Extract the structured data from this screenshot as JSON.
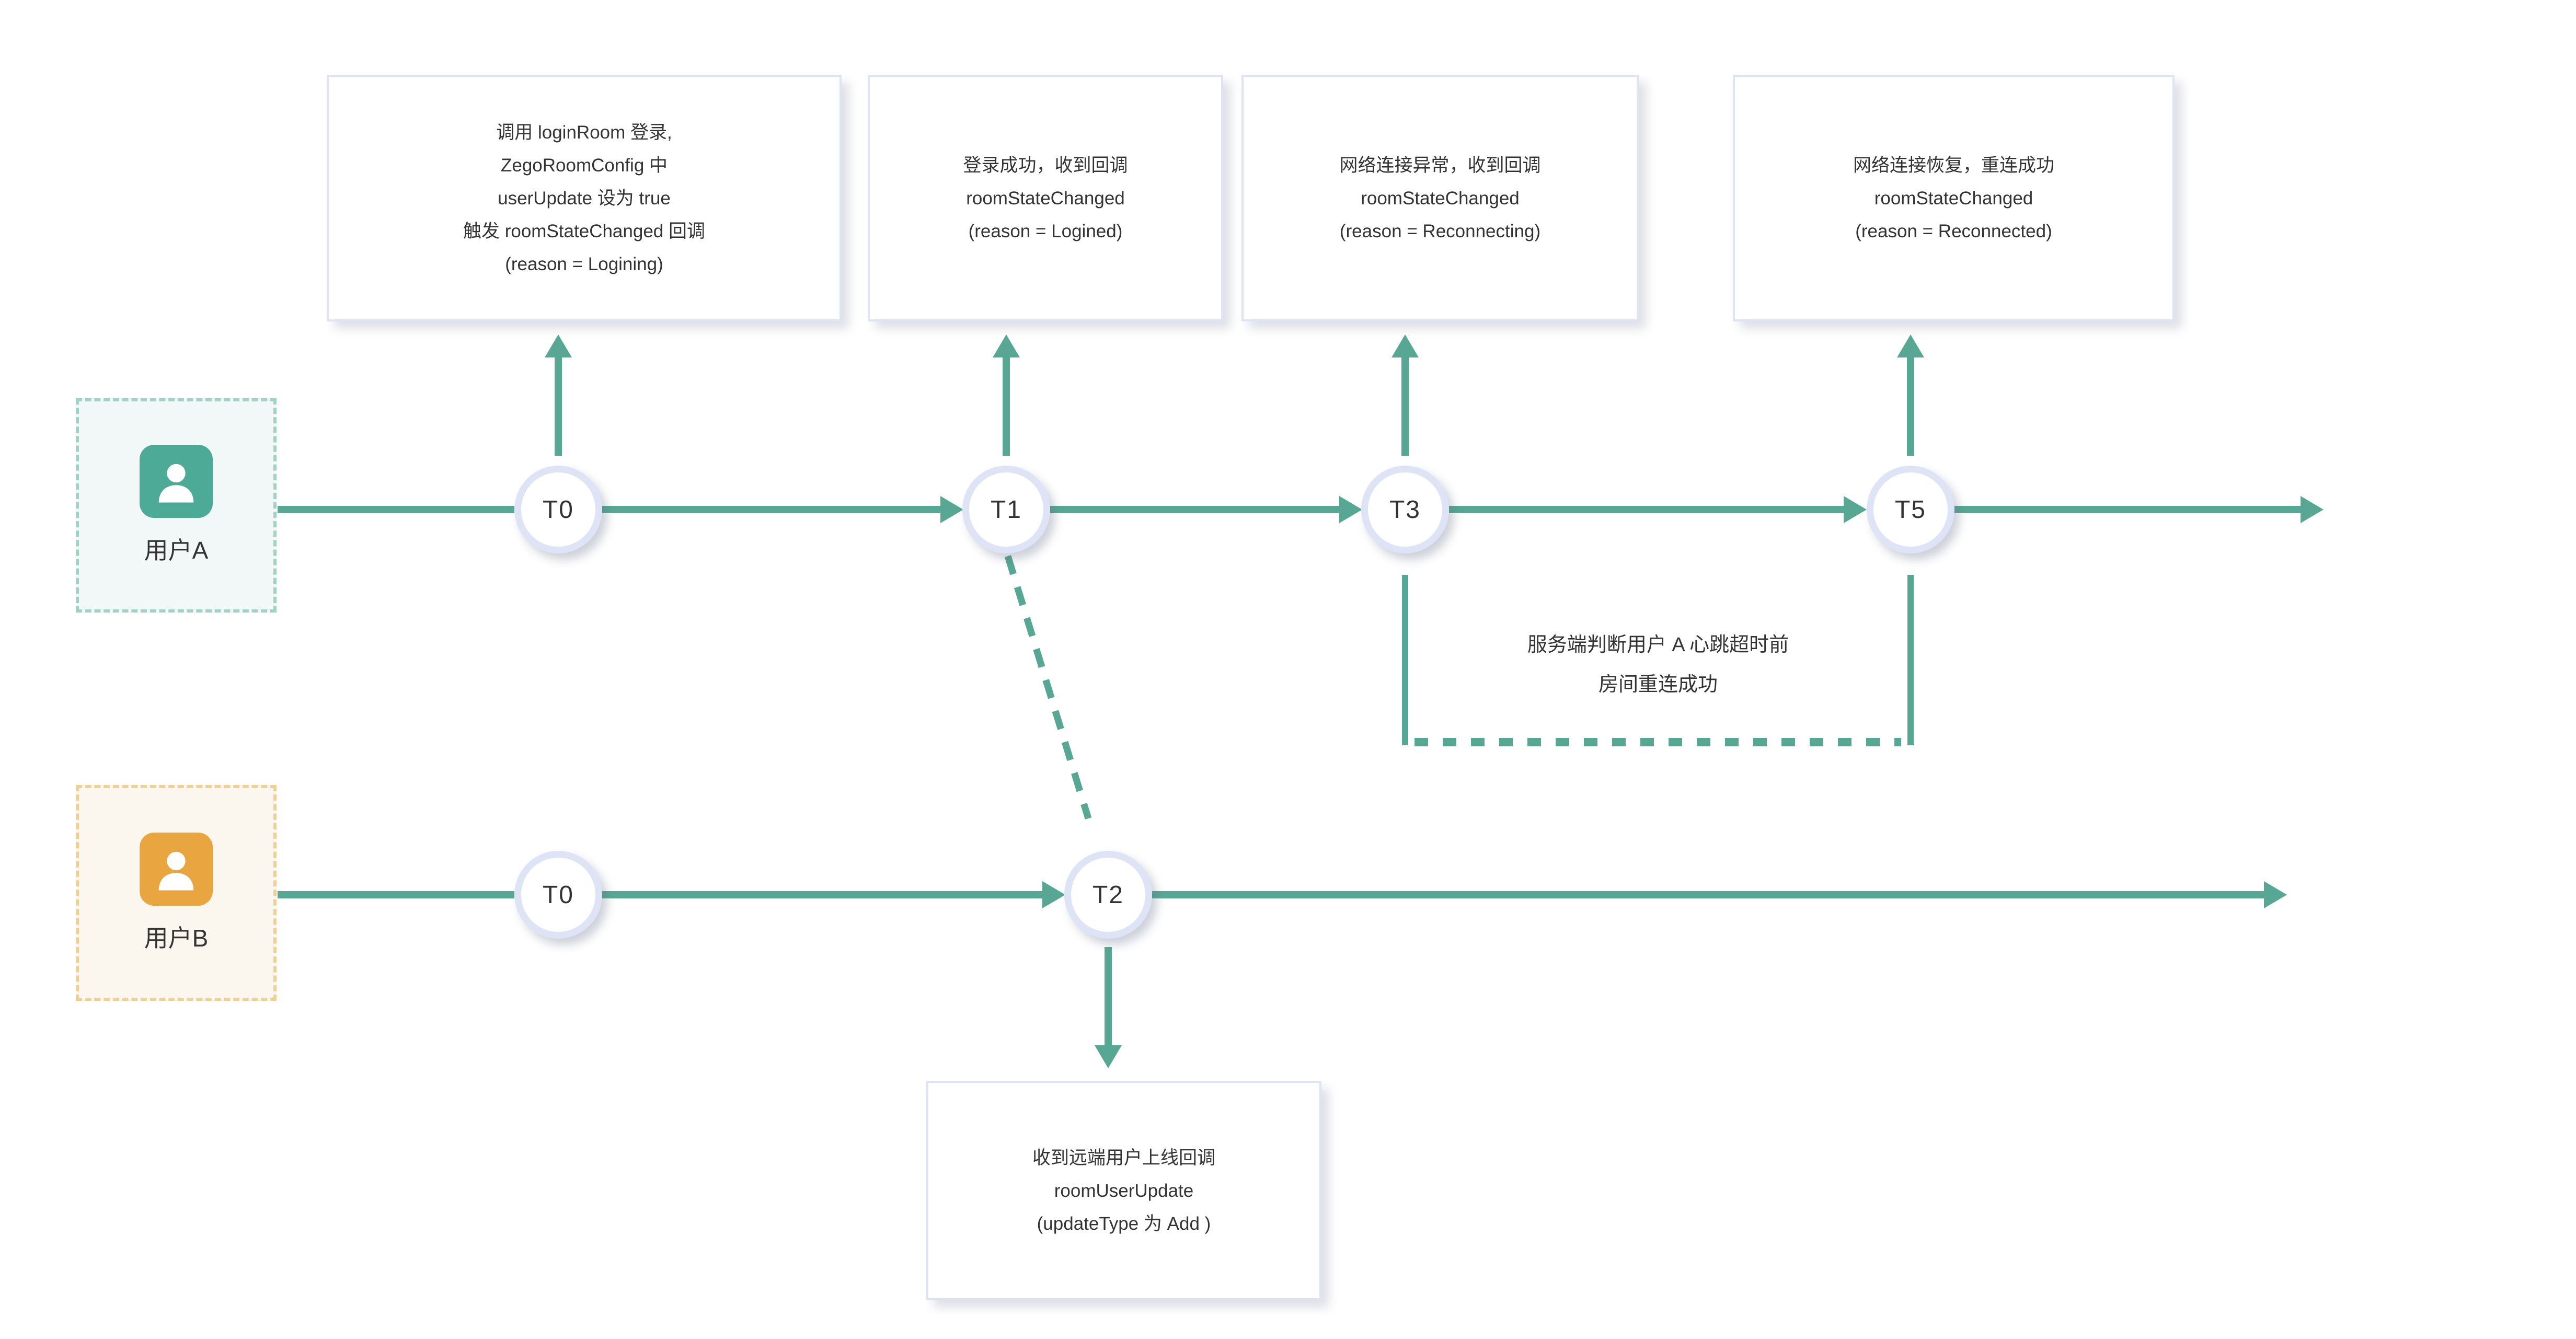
{
  "diagram": {
    "users": {
      "a": {
        "label": "用户A"
      },
      "b": {
        "label": "用户B"
      }
    },
    "nodes": {
      "a_t0": "T0",
      "a_t1": "T1",
      "a_t3": "T3",
      "a_t5": "T5",
      "b_t0": "T0",
      "b_t2": "T2"
    },
    "callouts": {
      "login_start": "调用 loginRoom 登录,\nZegoRoomConfig 中\nuserUpdate 设为 true\n触发 roomStateChanged 回调\n(reason = Logining)",
      "login_success": "登录成功，收到回调\nroomStateChanged\n(reason = Logined)",
      "reconnecting": "网络连接异常，收到回调\nroomStateChanged\n(reason = Reconnecting)",
      "reconnected": "网络连接恢复，重连成功\nroomStateChanged\n(reason = Reconnected)",
      "remote_user_online": "收到远端用户上线回调\nroomUserUpdate\n(updateType 为 Add )"
    },
    "annotation": "服务端判断用户 A 心跳超时前\n房间重连成功",
    "colors": {
      "line": "#58a794",
      "user_a_icon": "#4caa97",
      "user_a_border": "#a0d3c6",
      "user_b_icon": "#e9a640",
      "user_b_border": "#f1d096",
      "node_border": "#dee4f6",
      "box_border": "#dee4f4",
      "text": "#333333"
    }
  }
}
